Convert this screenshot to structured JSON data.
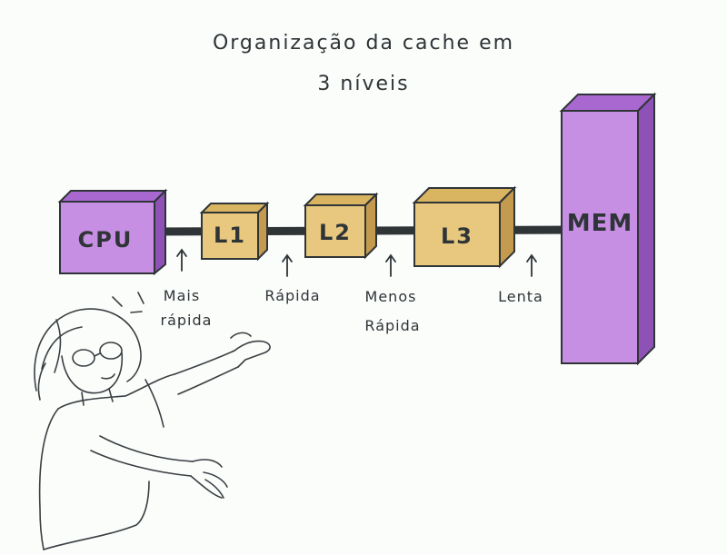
{
  "title": {
    "line1": "Organização da cache em",
    "line2": "3 níveis"
  },
  "components": {
    "cpu": "CPU",
    "l1": "L1",
    "l2": "L2",
    "l3": "L3",
    "mem": "MEM"
  },
  "speed_labels": {
    "fastest_1": "Mais",
    "fastest_2": "rápida",
    "fast": "Rápida",
    "slower_1": "Menos",
    "slower_2": "Rápida",
    "slow": "Lenta"
  },
  "colors": {
    "purple": "#c68fe3",
    "purple_dark": "#9a5cbf",
    "gold": "#e8c77e",
    "gold_dark": "#c9a257",
    "line": "#2f3437"
  },
  "icons": {
    "person": "person-pointing-illustration",
    "arrow": "up-arrow-icon"
  }
}
